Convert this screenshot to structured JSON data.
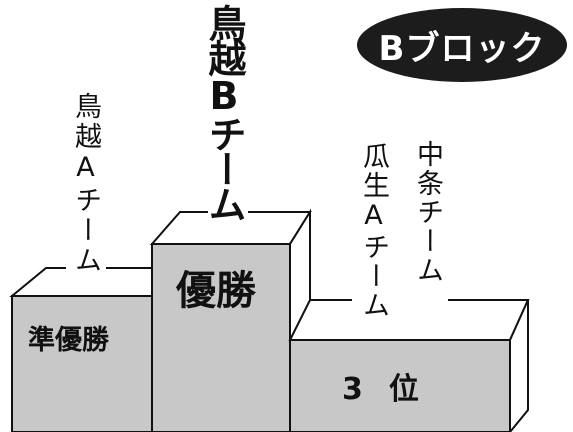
{
  "badge": {
    "label": "Bブロック"
  },
  "places": {
    "first": {
      "team": "鳥越Bチーム",
      "rank": "優勝"
    },
    "second": {
      "team": "鳥越Aチーム",
      "rank": "準優勝"
    },
    "third": {
      "teams": [
        "瓜生Aチーム",
        "中条チーム"
      ],
      "rank": "3位"
    }
  },
  "colors": {
    "podium_fill": "#c8c8c8",
    "podium_side": "#ffffff",
    "outline": "#111111",
    "badge": "#1c1c1c"
  }
}
